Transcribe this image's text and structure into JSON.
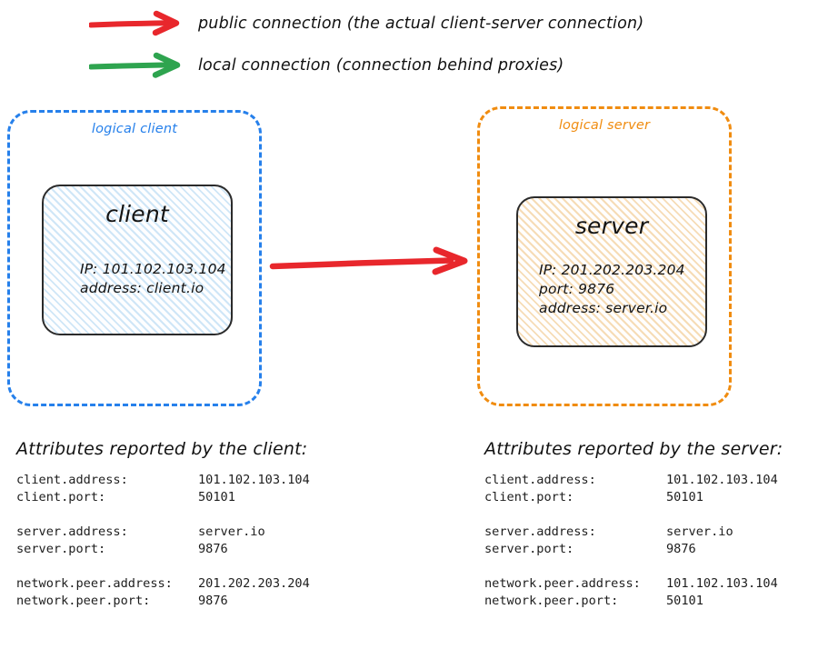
{
  "legend": {
    "items": [
      {
        "icon": "arrow-right-icon",
        "color": "#e8272c",
        "label": "public connection (the actual client-server connection)"
      },
      {
        "icon": "arrow-right-icon",
        "color": "#2ea44f",
        "label": "local connection (connection behind proxies)"
      }
    ]
  },
  "diagram": {
    "connection_arrow": {
      "icon": "arrow-right-icon",
      "color": "#e8272c",
      "kind": "public connection"
    },
    "client_group": {
      "title": "logical client",
      "border_color": "#2680eb",
      "node": {
        "title": "client",
        "details": [
          "IP: 101.102.103.104",
          "address: client.io"
        ]
      }
    },
    "server_group": {
      "title": "logical server",
      "border_color": "#f08c10",
      "node": {
        "title": "server",
        "details": [
          "IP: 201.202.203.204",
          "port: 9876",
          "address: server.io"
        ]
      }
    }
  },
  "client_attributes": {
    "title": "Attributes reported by the client:",
    "groups": [
      [
        {
          "key": "client.address:",
          "value": "101.102.103.104"
        },
        {
          "key": "client.port:",
          "value": "50101"
        }
      ],
      [
        {
          "key": "server.address:",
          "value": "server.io"
        },
        {
          "key": "server.port:",
          "value": "9876"
        }
      ],
      [
        {
          "key": "network.peer.address:",
          "value": "201.202.203.204"
        },
        {
          "key": "network.peer.port:",
          "value": "9876"
        }
      ]
    ]
  },
  "server_attributes": {
    "title": "Attributes reported by the server:",
    "groups": [
      [
        {
          "key": "client.address:",
          "value": "101.102.103.104"
        },
        {
          "key": "client.port:",
          "value": "50101"
        }
      ],
      [
        {
          "key": "server.address:",
          "value": "server.io"
        },
        {
          "key": "server.port:",
          "value": "9876"
        }
      ],
      [
        {
          "key": "network.peer.address:",
          "value": "101.102.103.104"
        },
        {
          "key": "network.peer.port:",
          "value": "50101"
        }
      ]
    ]
  }
}
